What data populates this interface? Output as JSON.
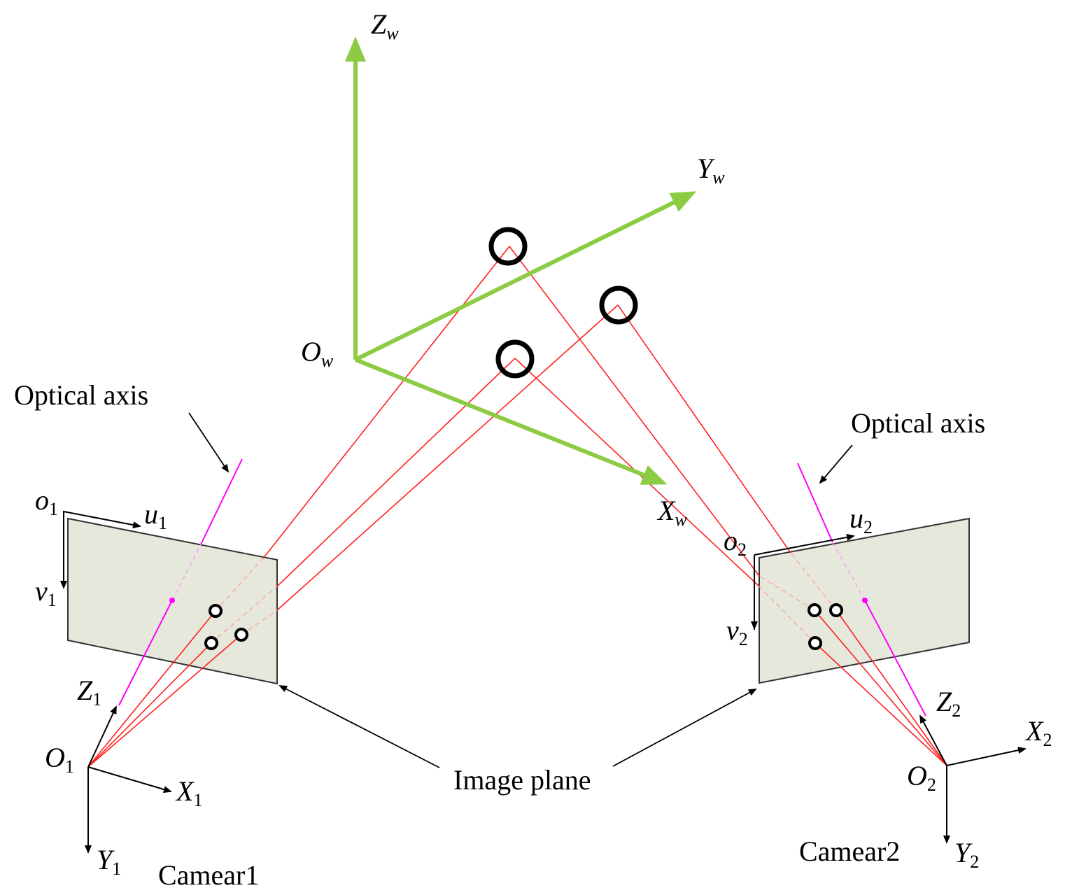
{
  "world": {
    "z_label": "Z",
    "z_sub": "w",
    "y_label": "Y",
    "y_sub": "w",
    "x_label": "X",
    "x_sub": "w",
    "origin_label": "O",
    "origin_sub": "w",
    "axis_color": "#8ccc44"
  },
  "camera1": {
    "name": "Camear1",
    "optical_axis_label": "Optical axis",
    "o_label": "o",
    "o_sub": "1",
    "u_label": "u",
    "u_sub": "1",
    "v_label": "v",
    "v_sub": "1",
    "Z_label": "Z",
    "Z_sub": "1",
    "X_label": "X",
    "X_sub": "1",
    "Y_label": "Y",
    "Y_sub": "1",
    "O_label": "O",
    "O_sub": "1"
  },
  "camera2": {
    "name": "Camear2",
    "optical_axis_label": "Optical axis",
    "o_label": "o",
    "o_sub": "2",
    "u_label": "u",
    "u_sub": "2",
    "v_label": "v",
    "v_sub": "2",
    "Z_label": "Z",
    "Z_sub": "2",
    "X_label": "X",
    "X_sub": "2",
    "Y_label": "Y",
    "Y_sub": "2",
    "O_label": "O",
    "O_sub": "2"
  },
  "image_plane_label": "Image plane",
  "colors": {
    "ray": "#ff2020",
    "optical_axis": "#ff00ff",
    "plane_fill": "#e6e8dc",
    "plane_stroke": "#333333"
  }
}
